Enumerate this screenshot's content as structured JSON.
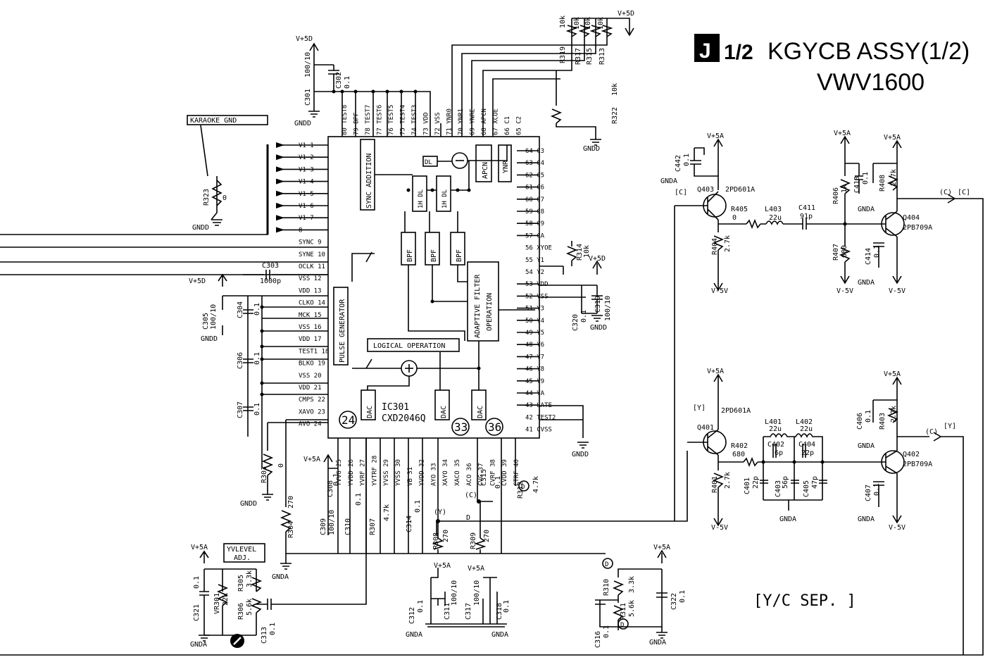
{
  "title": {
    "badge": "J",
    "fraction": "1/2",
    "line1": "KGYCB ASSY(1/2)",
    "line2": "VWV1600"
  },
  "block_label": "[Y/C SEP. ]",
  "karaoke_label": "KARAOKE GND",
  "yvlevel_label": [
    "YVLEVEL",
    "ADJ."
  ],
  "ic": {
    "ref": "IC301",
    "part": "CXD2046Q",
    "blocks": {
      "sync_addition": "SYNC ADDITION",
      "pulse_generator": "PULSE GENERATOR",
      "logical_operation": "LOGICAL OPERATION",
      "adaptive_filter": [
        "ADAPTIVE FILTER",
        "OPERATION"
      ],
      "apcn": "APCN",
      "ynr": "YNR",
      "dl": "DL",
      "ih_dl": "1H DL",
      "bpf": "BPF",
      "dac": "DAC"
    },
    "left_pins": [
      "V1 1",
      "V1 2",
      "V1 3",
      "V1 4",
      "V1 5",
      "V1 6",
      "V1 7",
      "8",
      "SYNC 9",
      "SYNE 10",
      "OCLK 11",
      "VSS 12",
      "VDD 13",
      "CLKO 14",
      "MCK 15",
      "VSS 16",
      "VDD 17",
      "TEST1 18",
      "BLKO 19",
      "VSS 20",
      "VDD 21",
      "CMPS 22",
      "XAVO 23",
      "AVO 24"
    ],
    "top_pins": [
      "80 TEST8",
      "79 BPF",
      "78 TEST7",
      "77 TEST6",
      "76 TEST5",
      "75 TEST4",
      "74 TEST3",
      "73 VDD",
      "72 VSS",
      "71 YNR0",
      "70 YNR1",
      "69 YNRE",
      "68 APCN",
      "67 XCOE",
      "66 C1",
      "65 C2"
    ],
    "right_pins": [
      "64 C3",
      "63 C4",
      "62 C5",
      "61 C6",
      "60 C7",
      "59 C8",
      "58 C9",
      "57 CA",
      "56 XYOE",
      "55 Y1",
      "54 Y2",
      "53 VDD",
      "52 VSS",
      "51 Y3",
      "50 Y4",
      "49 Y5",
      "48 Y6",
      "47 Y7",
      "46 Y8",
      "45 Y9",
      "44 YA",
      "43 LATE",
      "42 TEST2",
      "41 CVSS"
    ],
    "bottom_pins": [
      "YVVG 25",
      "YVDD 26",
      "YVRF 27",
      "YVTRF 28",
      "YVSS 29",
      "YVSS 30",
      "VB 31",
      "YVDD 32",
      "AYO 33",
      "XAYO 34",
      "XACO 35",
      "ACO 36",
      "CVG 37",
      "CVRF 38",
      "CVDD 39",
      "CTRF 40"
    ],
    "markers": [
      "24",
      "33",
      "36"
    ]
  },
  "power": {
    "v5d": "V+5D",
    "v5a": "V+5A",
    "vm5": "V-5V",
    "gndd": "GNDD",
    "gnda": "GNDA"
  },
  "components": {
    "C301": [
      "C301",
      "100/10"
    ],
    "C302": [
      "C302",
      "0.1"
    ],
    "R319": [
      "R319",
      "10k"
    ],
    "R317": [
      "R317",
      "10k"
    ],
    "R315": [
      "R315",
      "10k"
    ],
    "R313": [
      "R313",
      "10k"
    ],
    "R322": [
      "R322",
      "10k"
    ],
    "R323": [
      "R323",
      "0"
    ],
    "C303": [
      "C303",
      "1000p"
    ],
    "C305": [
      "C305",
      "100/10"
    ],
    "C304": [
      "C304",
      "0.1"
    ],
    "C306": [
      "C306",
      "0.1"
    ],
    "C307": [
      "C307",
      "0.1"
    ],
    "R303": [
      "R303",
      "0"
    ],
    "R304": [
      "R304",
      "270"
    ],
    "C308": [
      "C308",
      "0.1"
    ],
    "C309": [
      "C309",
      "100/10"
    ],
    "C310": [
      "C310",
      "0.1"
    ],
    "R307": [
      "R307",
      "4.7k"
    ],
    "C314": [
      "C314",
      "0.1"
    ],
    "R308": [
      "R308",
      "270"
    ],
    "R309": [
      "R309",
      "270"
    ],
    "C315": [
      "C315",
      "0.1"
    ],
    "R312": [
      "R312",
      "4.7k"
    ],
    "R314": [
      "R314",
      "10k"
    ],
    "C319": [
      "C319",
      "100/10"
    ],
    "C320": [
      "C320",
      "0.1"
    ],
    "C321": [
      "C321",
      "0.1"
    ],
    "VR301": [
      "VR301",
      "22k"
    ],
    "R305": [
      "R305",
      "3.3k"
    ],
    "R306": [
      "R306",
      "5.6k"
    ],
    "C313": [
      "C313",
      "0.1"
    ],
    "C312": [
      "C312",
      "0.1"
    ],
    "C311": [
      "C311",
      "100/10"
    ],
    "C317": [
      "C317",
      "100/10"
    ],
    "C318": [
      "C318",
      "0.1"
    ],
    "R310": [
      "R310",
      "3.3k"
    ],
    "R311": [
      "R311",
      "5.6k"
    ],
    "C316": [
      "C316",
      "0.1"
    ],
    "C322": [
      "C322",
      "0.1"
    ],
    "C442": [
      "C442",
      "0.1"
    ],
    "Q403": [
      "Q403",
      "2PD601A"
    ],
    "R405": [
      "R405",
      "0"
    ],
    "L403": [
      "L403",
      "22u"
    ],
    "C411": [
      "C411",
      "91p"
    ],
    "R404": [
      "R404",
      "2.7k"
    ],
    "R406": [
      "R406",
      "1k"
    ],
    "C413": [
      "C413",
      "0.1"
    ],
    "R408": [
      "R408",
      "2.7k"
    ],
    "Q404": [
      "Q404",
      "2PB709A"
    ],
    "R407": [
      "R407",
      "680"
    ],
    "C414": [
      "C414",
      "0.1"
    ],
    "Q401": [
      "Q401",
      "2PD601A"
    ],
    "R402": [
      "R402",
      "680"
    ],
    "L401": [
      "L401",
      "22u"
    ],
    "L402": [
      "L402",
      "22u"
    ],
    "C402": [
      "C402",
      "6p"
    ],
    "C404": [
      "C404",
      "22p"
    ],
    "C401": [
      "C401",
      "22p"
    ],
    "C403": [
      "C403",
      "56p"
    ],
    "C405": [
      "C405",
      "47p"
    ],
    "R401": [
      "R401",
      "2.7k"
    ],
    "C406": [
      "C406",
      "0.1"
    ],
    "R403": [
      "R403",
      "2.7k"
    ],
    "Q402": [
      "Q402",
      "2PB709A"
    ],
    "C407": [
      "C407",
      "0.1"
    ]
  },
  "signal_tags": {
    "c_in": "[C]",
    "c_out": "(C)",
    "c_out2": "[C]",
    "y_in": "[Y]",
    "y_out": "(C)",
    "y_out2": "[Y]",
    "y_node": "(Y)",
    "c_node": "(C)",
    "d_node": "D"
  }
}
